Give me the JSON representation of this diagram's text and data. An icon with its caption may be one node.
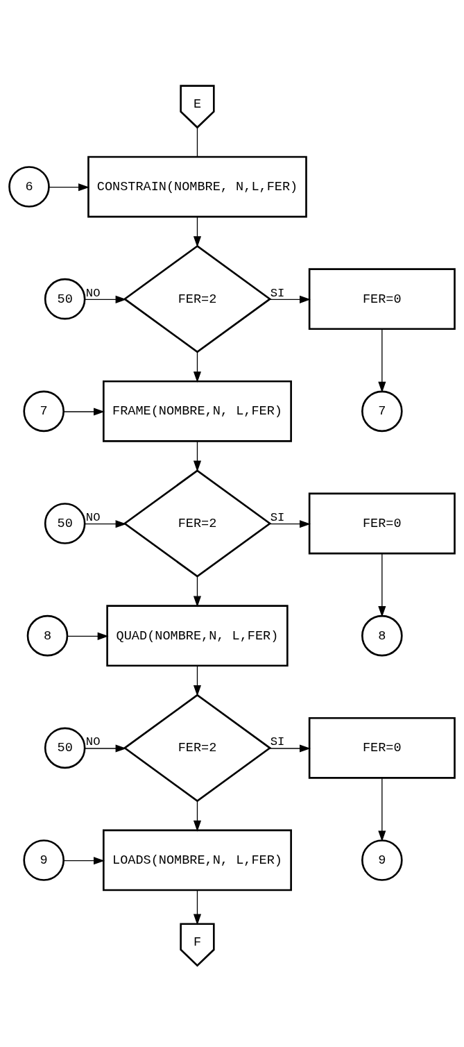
{
  "diagram": {
    "nodes": [
      {
        "text": [
          "E"
        ]
      },
      {
        "text": [
          "6"
        ]
      },
      {
        "text": [
          "CONSTRAIN(NOMBRE, N,L,FER)"
        ]
      },
      {
        "text": [
          "50"
        ]
      },
      {
        "text": [
          "FER=2"
        ]
      },
      {
        "text": [
          "FER=0"
        ]
      },
      {
        "text": [
          "7"
        ]
      },
      {
        "text": [
          "7"
        ]
      },
      {
        "text": [
          "FRAME(NOMBRE,N, L,FER)"
        ]
      },
      {
        "text": [
          "50"
        ]
      },
      {
        "text": [
          "FER=2"
        ]
      },
      {
        "text": [
          "FER=0"
        ]
      },
      {
        "text": [
          "8"
        ]
      },
      {
        "text": [
          "8"
        ]
      },
      {
        "text": [
          "QUAD(NOMBRE,N, L,FER)"
        ]
      },
      {
        "text": [
          "50"
        ]
      },
      {
        "text": [
          "FER=2"
        ]
      },
      {
        "text": [
          "FER=0"
        ]
      },
      {
        "text": [
          "9"
        ]
      },
      {
        "text": [
          "9"
        ]
      },
      {
        "text": [
          "LOADS(NOMBRE,N, L,FER)"
        ]
      },
      {
        "text": [
          "F"
        ]
      }
    ],
    "edges": [
      {
        "from": 0,
        "to": 2,
        "arrow": "none"
      },
      {
        "from": 1,
        "to": 2,
        "arrow": "to"
      },
      {
        "from": 2,
        "to": 4,
        "arrow": "to"
      },
      {
        "from": 3,
        "to": 4,
        "arrow": "to",
        "label": "NO"
      },
      {
        "from": 4,
        "to": 5,
        "arrow": "to",
        "label": "SI"
      },
      {
        "from": 5,
        "to": 6,
        "arrow": "to"
      },
      {
        "from": 4,
        "to": 8,
        "arrow": "to"
      },
      {
        "from": 7,
        "to": 8,
        "arrow": "to"
      },
      {
        "from": 8,
        "to": 10,
        "arrow": "to"
      },
      {
        "from": 9,
        "to": 10,
        "arrow": "to",
        "label": "NO"
      },
      {
        "from": 10,
        "to": 11,
        "arrow": "to",
        "label": "SI"
      },
      {
        "from": 11,
        "to": 12,
        "arrow": "to"
      },
      {
        "from": 10,
        "to": 14,
        "arrow": "to"
      },
      {
        "from": 13,
        "to": 14,
        "arrow": "to"
      },
      {
        "from": 14,
        "to": 16,
        "arrow": "to"
      },
      {
        "from": 15,
        "to": 16,
        "arrow": "to",
        "label": "NO"
      },
      {
        "from": 16,
        "to": 17,
        "arrow": "to",
        "label": "SI"
      },
      {
        "from": 17,
        "to": 18,
        "arrow": "to"
      },
      {
        "from": 16,
        "to": 20,
        "arrow": "to"
      },
      {
        "from": 19,
        "to": 20,
        "arrow": "to"
      },
      {
        "from": 20,
        "to": 21,
        "arrow": "to"
      }
    ]
  }
}
